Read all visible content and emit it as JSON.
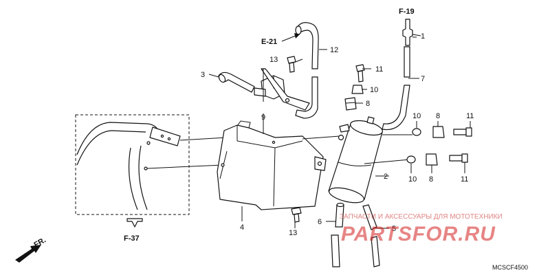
{
  "refs": {
    "f19": "F-19",
    "e21": "E-21",
    "f37": "F-37",
    "fr": "FR."
  },
  "parts": [
    "1",
    "2",
    "3",
    "4",
    "5",
    "6",
    "7",
    "8",
    "8",
    "9",
    "10",
    "10",
    "11",
    "11",
    "11",
    "12",
    "13",
    "13"
  ],
  "watermark": {
    "caption": "ЗАПЧАСТИ И АКСЕССУАРЫ ДЛЯ МОТОТЕХНИКИ",
    "brand": "PARTSFOR.RU"
  },
  "diagram_code": "MCSCF4500"
}
